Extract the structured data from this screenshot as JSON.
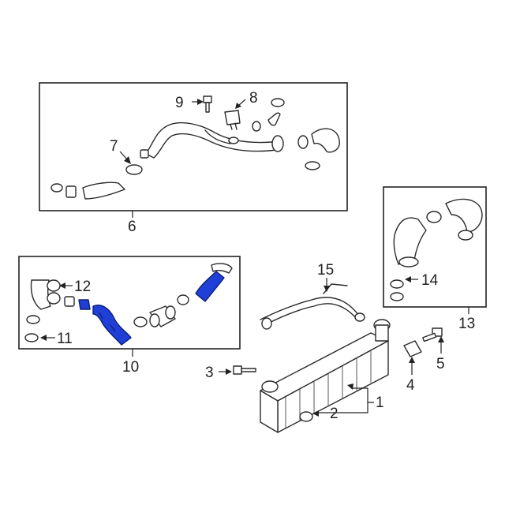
{
  "callouts": {
    "c1": "1",
    "c2": "2",
    "c3": "3",
    "c4": "4",
    "c5": "5",
    "c6": "6",
    "c7": "7",
    "c8": "8",
    "c9": "9",
    "c10": "10",
    "c11": "11",
    "c12": "12",
    "c13": "13",
    "c14": "14",
    "c15": "15"
  },
  "colors": {
    "highlight": "#1f3fd6",
    "line": "#2a2a2a",
    "background": "#ffffff"
  }
}
